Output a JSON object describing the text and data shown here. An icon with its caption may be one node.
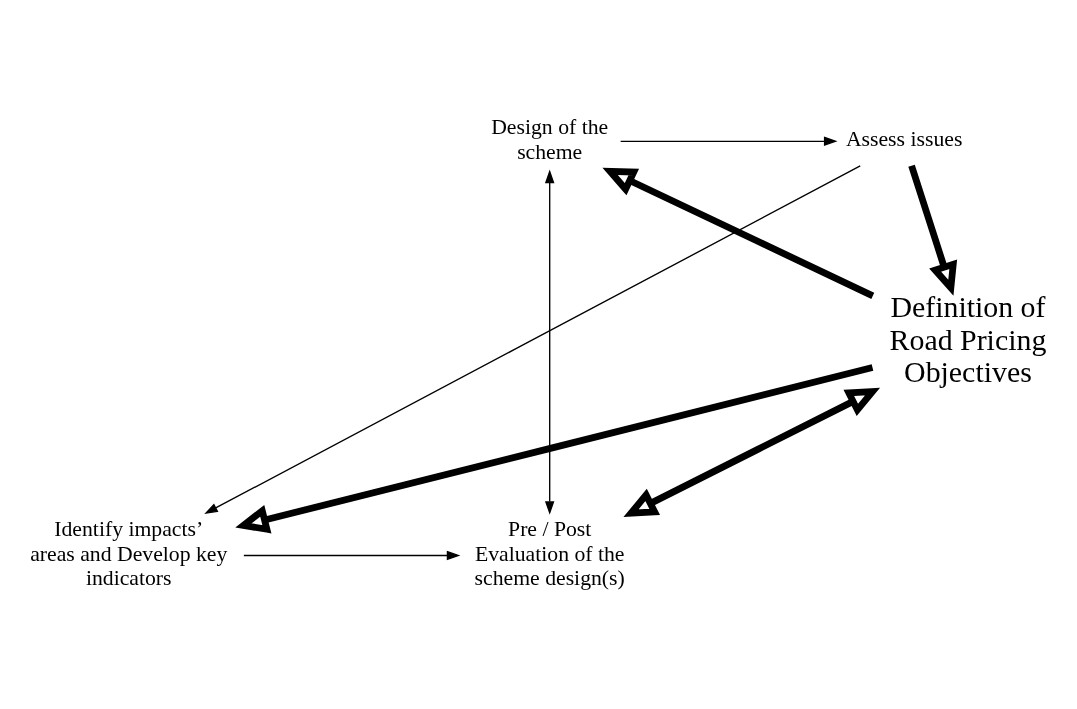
{
  "diagram": {
    "nodes": [
      {
        "text": [
          "Design of the scheme"
        ]
      },
      {
        "text": [
          "Assess issues"
        ]
      },
      {
        "text": [
          "Definition of Road Pricing Objectives"
        ]
      },
      {
        "text": [
          "Pre / Post Evaluation of the scheme design(s)"
        ]
      },
      {
        "text": [
          "Identify impacts’ areas and Develop key indicators"
        ]
      }
    ],
    "edges": [
      {
        "from": 0,
        "to": 1,
        "arrow": "to"
      },
      {
        "from": 1,
        "to": 4,
        "arrow": "to"
      },
      {
        "from": 4,
        "to": 3,
        "arrow": "to"
      },
      {
        "from": 0,
        "to": 3,
        "arrow": "both"
      },
      {
        "from": 2,
        "to": 0,
        "arrow": "to",
        "style": "thick"
      },
      {
        "from": 1,
        "to": 2,
        "arrow": "to",
        "style": "thick"
      },
      {
        "from": 2,
        "to": 4,
        "arrow": "to",
        "style": "thick"
      },
      {
        "from": 2,
        "to": 3,
        "arrow": "both",
        "style": "thick"
      }
    ]
  }
}
